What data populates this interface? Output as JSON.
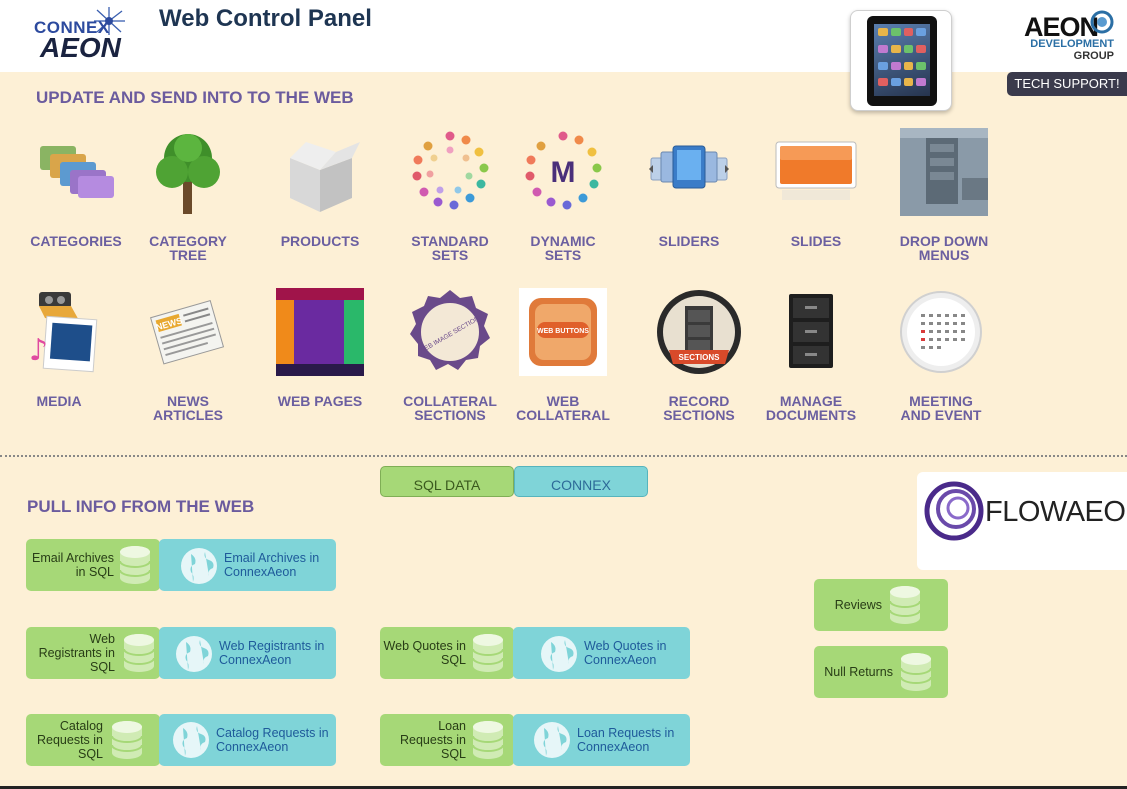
{
  "header": {
    "title": "Web Control Panel",
    "logo_left_top": "CONNEX",
    "logo_left_bottom": "AEON",
    "logo_right_top": "AEON",
    "logo_right_mid": "DEVELOPMENT",
    "logo_right_bottom": "GROUP",
    "tech_support": "TECH SUPPORT!"
  },
  "update_section": {
    "title": "UPDATE AND SEND INTO TO THE WEB",
    "row1": [
      {
        "name": "categories",
        "label": "CATEGORIES",
        "icon": "folders-icon"
      },
      {
        "name": "category-tree",
        "label": "CATEGORY\nTREE",
        "icon": "tree-icon"
      },
      {
        "name": "products",
        "label": "PRODUCTS",
        "icon": "box-icon"
      },
      {
        "name": "standard-sets",
        "label": "STANDARD\nSETS",
        "icon": "dot-ring-icon"
      },
      {
        "name": "dynamic-sets",
        "label": "DYNAMIC\nSETS",
        "icon": "dot-ring-m-icon"
      },
      {
        "name": "sliders",
        "label": "SLIDERS",
        "icon": "slider-carousel-icon"
      },
      {
        "name": "slides",
        "label": "SLIDES",
        "icon": "slide-icon"
      },
      {
        "name": "drop-down-menus",
        "label": "DROP DOWN\nMENUS",
        "icon": "dropdown-menu-icon"
      }
    ],
    "row2": [
      {
        "name": "media",
        "label": "MEDIA",
        "icon": "media-icon"
      },
      {
        "name": "news-articles",
        "label": "NEWS\nARTICLES",
        "icon": "newspaper-icon"
      },
      {
        "name": "web-pages",
        "label": "WEB PAGES",
        "icon": "web-page-icon"
      },
      {
        "name": "collateral-sections",
        "label": "COLLATERAL\nSECTIONS",
        "icon": "seal-badge-icon"
      },
      {
        "name": "web-collateral",
        "label": "WEB\nCOLLATERAL",
        "icon": "web-buttons-icon"
      },
      {
        "name": "record-sections",
        "label": "RECORD\nSECTIONS",
        "icon": "cabinet-seal-icon"
      },
      {
        "name": "manage-documents",
        "label": "MANAGE\nDOCUMENTS",
        "icon": "file-cabinet-icon"
      },
      {
        "name": "meeting-and-event",
        "label": "MEETING\nAND EVENT",
        "icon": "calendar-icon"
      }
    ],
    "seal_text": "WEB IMAGE SECTIONS",
    "web_buttons_text": "WEB BUTTONS",
    "sections_ribbon": "SECTIONS",
    "news_badge": "NEWS",
    "dynamic_letter": "M"
  },
  "tabs": {
    "sql": "SQL DATA",
    "connex": "CONNEX"
  },
  "flowaeon": "FLOWAEON",
  "pull_section": {
    "title": "PULL INFO FROM THE WEB",
    "pairs": [
      {
        "sql": "Email Archives in SQL",
        "cx": "Email Archives in ConnexAeon"
      },
      {
        "sql": "Web Registrants in SQL",
        "cx": "Web Registrants in ConnexAeon"
      },
      {
        "sql": "Catalog Requests in SQL",
        "cx": "Catalog Requests in ConnexAeon"
      },
      {
        "sql": "Web Quotes in SQL",
        "cx": "Web Quotes in ConnexAeon"
      },
      {
        "sql": "Loan Requests in SQL",
        "cx": "Loan Requests in ConnexAeon"
      }
    ],
    "reviews": "Reviews",
    "null_returns": "Null Returns"
  },
  "colors": {
    "background": "#fdf0d6",
    "sql_green": "#a6d877",
    "connex_teal": "#7fd4d8",
    "label_purple": "#6b5fa0"
  }
}
